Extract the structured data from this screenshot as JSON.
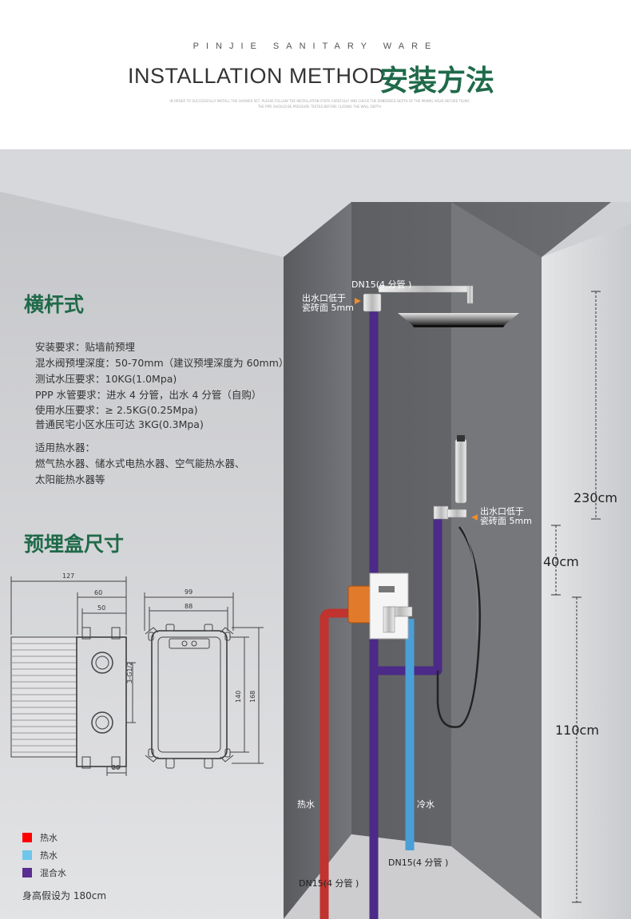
{
  "header": {
    "brand": "PINJIE SANITARY WARE",
    "title_en": "INSTALLATION METHOD",
    "title_zh": "安装方法",
    "fine_print_1": "IN ORDER TO SUCCESSFULLY INSTALL THE SHOWER SET, PLEASE FOLLOW THE INSTALLATION STEPS CAREFULLY AND CHECK THE EMBEDDED DEPTH OF THE MIXING VALVE BEFORE TILING",
    "fine_print_2": "THE PIPE SHOULD BE PRESSURE TESTED BEFORE CLOSING THE WALL DEPTH"
  },
  "spec_panel": {
    "heading": "横杆式",
    "items": [
      "安装要求：贴墙前预埋",
      "混水阀预埋深度：50-70mm（建议预埋深度为 60mm）",
      "测试水压要求：10KG(1.0Mpa)",
      "PPP 水管要求：进水 4 分管，出水 4 分管（自购）",
      "使用水压要求：≥ 2.5KG(0.25Mpa)",
      "普通民宅小区水压可达 3KG(0.3Mpa)"
    ],
    "heater_title": "适用热水器：",
    "heater_lines": [
      "燃气热水器、储水式电热水器、空气能热水器、",
      "太阳能热水器等"
    ]
  },
  "box_panel": {
    "heading": "预埋盒尺寸",
    "side_dims": {
      "total": "127",
      "mid": "60",
      "inner": "50",
      "thread": "3-G1/2",
      "bottom": "20"
    },
    "front_dims": {
      "outer": "99",
      "inner": "88",
      "h_inner": "140",
      "h_outer": "168"
    }
  },
  "legend": [
    {
      "label": "热水",
      "color": "#ff0000"
    },
    {
      "label": "热水",
      "color": "#6ec6ea"
    },
    {
      "label": "混合水",
      "color": "#5a2d91"
    }
  ],
  "footnote": "身高假设为 180cm",
  "diagram": {
    "top_pipe_label": "DN15(4 分管 )",
    "outlet_label_top_1": "出水口低于",
    "outlet_label_top_2": "瓷砖面 5mm",
    "outlet_label_side_1": "出水口低于",
    "outlet_label_side_2": "瓷砖面 5mm",
    "hot_label": "热水",
    "cold_label": "冷水",
    "bottom_left_label": "DN15(4 分管 )",
    "bottom_right_label": "DN15(4 分管 )",
    "dim_total": "230cm",
    "dim_mid": "40cm",
    "dim_low": "110cm"
  }
}
